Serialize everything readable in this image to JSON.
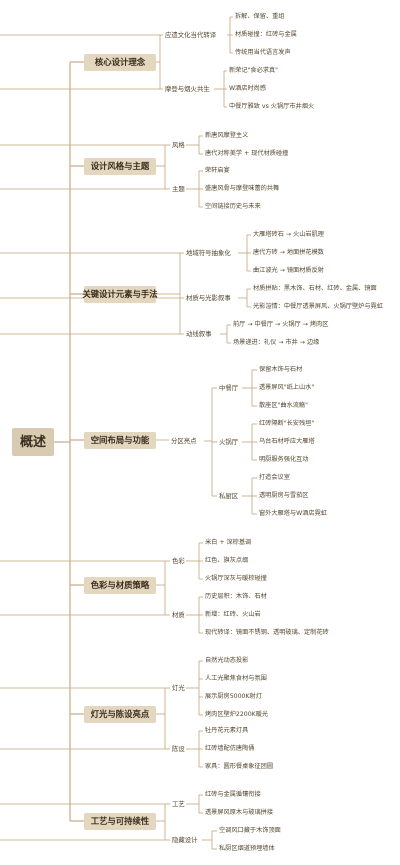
{
  "root": "概述",
  "c0": {
    "label": "核心设计理念",
    "s0": {
      "label": "应遗文化当代转译",
      "l0": "拆解、保留、重组",
      "l1": "材质碰撞：红砖与金属",
      "l2": "传统用当代语言发声"
    },
    "s1": {
      "label": "摩登与烟火共生",
      "l0": "新荣记\"食必求真\"",
      "l1": "W酒店时尚感",
      "l2": "中餐厅雅致 vs 火锅厅市井烟火"
    }
  },
  "c1": {
    "label": "设计风格与主题",
    "s0": {
      "label": "风格",
      "l0": "新唐风摩登主义",
      "l1": "唐代对称美学 + 现代材质碰撞"
    },
    "s1": {
      "label": "主题",
      "l0": "荣轩启宴",
      "l1": "盛唐风骨与摩登味蕾的共舞",
      "l2": "空间链接历史与未来"
    }
  },
  "c2": {
    "label": "关键设计元素与手法",
    "s0": {
      "label": "地域符号抽象化",
      "l0": "大雁塔砖石 → 火山岩肌理",
      "l1": "唐代方砖 → 地面拼花模数",
      "l2": "曲江波光 → 镜面材质反射"
    },
    "s1": {
      "label": "材质与光影叙事",
      "l0": "材质拼贴：黑木饰、石材、红砖、金属、镜面",
      "l1": "光影渲情：中餐厅透景屏风、火锅厅壁炉与霓虹"
    },
    "s2": {
      "label": "动线叙事",
      "l0": "前厅 → 中餐厅 → 火锅厅 → 烤肉区",
      "l1": "场景递进：礼仪 → 市井 → 边缘"
    }
  },
  "c3": {
    "label": "空间布局与功能",
    "s0": {
      "label": "分区亮点"
    },
    "z0": {
      "label": "中餐厅",
      "l0": "保留木饰与石材",
      "l1": "透景屏风\"纸上山水\"",
      "l2": "散座区\"曲水流觞\""
    },
    "z1": {
      "label": "火锅厅",
      "l0": "红砖隔断\"长安残垣\"",
      "l1": "乌台石材呼应大雁塔",
      "l2": "明厨服务强化互动"
    },
    "z2": {
      "label": "私厨区",
      "l0": "打造会议室",
      "l1": "透明厨房与雪茄区",
      "l2": "窗外大雁塔与W酒店霓虹"
    }
  },
  "c4": {
    "label": "色彩与材质策略",
    "s0": {
      "label": "色彩",
      "l0": "米白 + 深棕基调",
      "l1": "红色、旗灰点缀",
      "l2": "火锅厅深灰与暖棕碰撞"
    },
    "s1": {
      "label": "材质",
      "l0": "历史层积：木饰、石材",
      "l1": "新增：红砖、火山岩",
      "l2": "现代转译：镜面不锈钢、透明玻璃、定制花砖"
    }
  },
  "c5": {
    "label": "灯光与陈设亮点",
    "s0": {
      "label": "灯光",
      "l0": "自然光动态投影",
      "l1": "人工光聚焦食材与氛围",
      "l2": "展示厨房5000K射灯",
      "l3": "烤肉区壁炉2200K暖光"
    },
    "s1": {
      "label": "陈设",
      "l0": "牡丹花元素灯具",
      "l1": "红砖墙配仿唐陶俑",
      "l2": "家具：圆形餐桌象征团圆"
    }
  },
  "c6": {
    "label": "工艺与可持续性",
    "s0": {
      "label": "工艺",
      "l0": "红砖与金属循镶衔接",
      "l1": "透景屏风原木与玻璃拼接"
    },
    "s1": {
      "label": "隐藏设计",
      "l0": "空调风口藏于木饰顶面",
      "l1": "私厨区烟道预埋墙体"
    }
  },
  "colors": {
    "line": "#c3a479",
    "cat_bg": "#e4d7c0",
    "root_bg": "#d8cbb2"
  }
}
